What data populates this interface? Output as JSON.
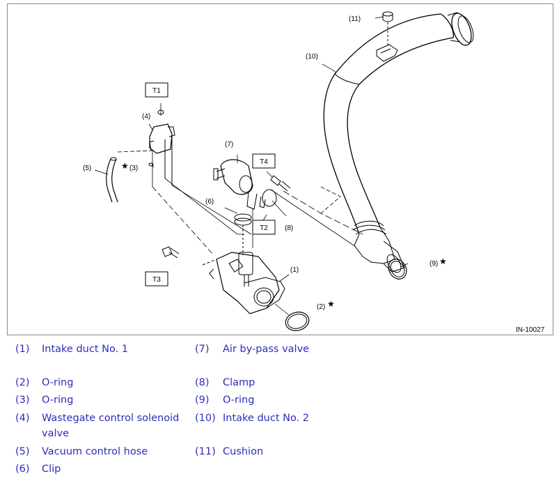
{
  "figure": {
    "code": "IN-10027",
    "callouts": {
      "c1": "(1)",
      "c2": "(2)",
      "c3": "(3)",
      "c4": "(4)",
      "c5": "(5)",
      "c6": "(6)",
      "c7": "(7)",
      "c8": "(8)",
      "c9": "(9)",
      "c10": "(10)",
      "c11": "(11)"
    },
    "torque_labels": {
      "t1": "T1",
      "t2": "T2",
      "t3": "T3",
      "t4": "T4"
    },
    "star": "★"
  },
  "legend": {
    "items": [
      {
        "num": "(1)",
        "name": "Intake duct No. 1"
      },
      {
        "num": "(2)",
        "name": "O-ring"
      },
      {
        "num": "(3)",
        "name": "O-ring"
      },
      {
        "num": "(4)",
        "name": "Wastegate control solenoid valve"
      },
      {
        "num": "(5)",
        "name": "Vacuum control hose"
      },
      {
        "num": "(6)",
        "name": "Clip"
      },
      {
        "num": "(7)",
        "name": "Air by-pass valve"
      },
      {
        "num": "(8)",
        "name": "Clamp"
      },
      {
        "num": "(9)",
        "name": "O-ring"
      },
      {
        "num": "(10)",
        "name": "Intake duct No. 2"
      },
      {
        "num": "(11)",
        "name": "Cushion"
      }
    ]
  },
  "colors": {
    "legend_text": "#2d2dba",
    "line_art": "#000000",
    "frame": "#8a8a8a"
  }
}
